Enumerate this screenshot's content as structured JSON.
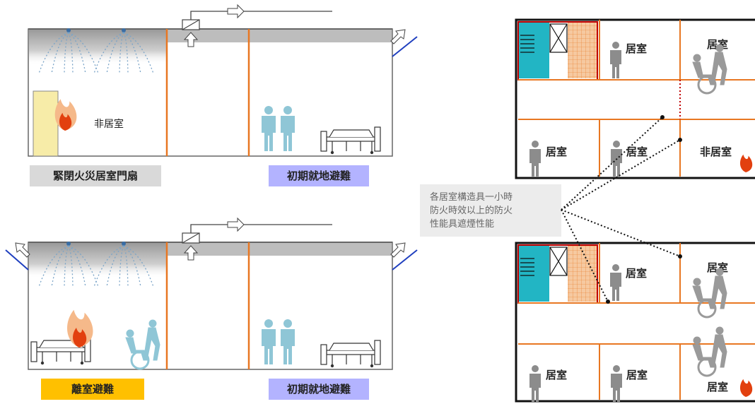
{
  "top_left": {
    "room_label": "非居室",
    "caption_left": "緊閉火災居室門扇",
    "caption_right": "初期就地避難"
  },
  "bottom_left": {
    "caption_left": "離室避難",
    "caption_right": "初期就地避難"
  },
  "note": {
    "line1": "各居室構造具一小時",
    "line2": "防火時效以上的防火",
    "line3": "性能具遮煙性能"
  },
  "plan_top": {
    "rooms": [
      "居室",
      "居室",
      "居室",
      "居室",
      "非居室"
    ]
  },
  "plan_bottom": {
    "rooms": [
      "居室",
      "居室",
      "居室",
      "居室",
      "居室"
    ]
  },
  "colors": {
    "wall_orange": "#e87722",
    "caption_gray": "#d9d9d9",
    "caption_lavender": "#b3b3ff",
    "caption_yellow": "#ffc000",
    "figure_blue": "#8fc6d6",
    "person_gray": "#8c8c8c"
  }
}
